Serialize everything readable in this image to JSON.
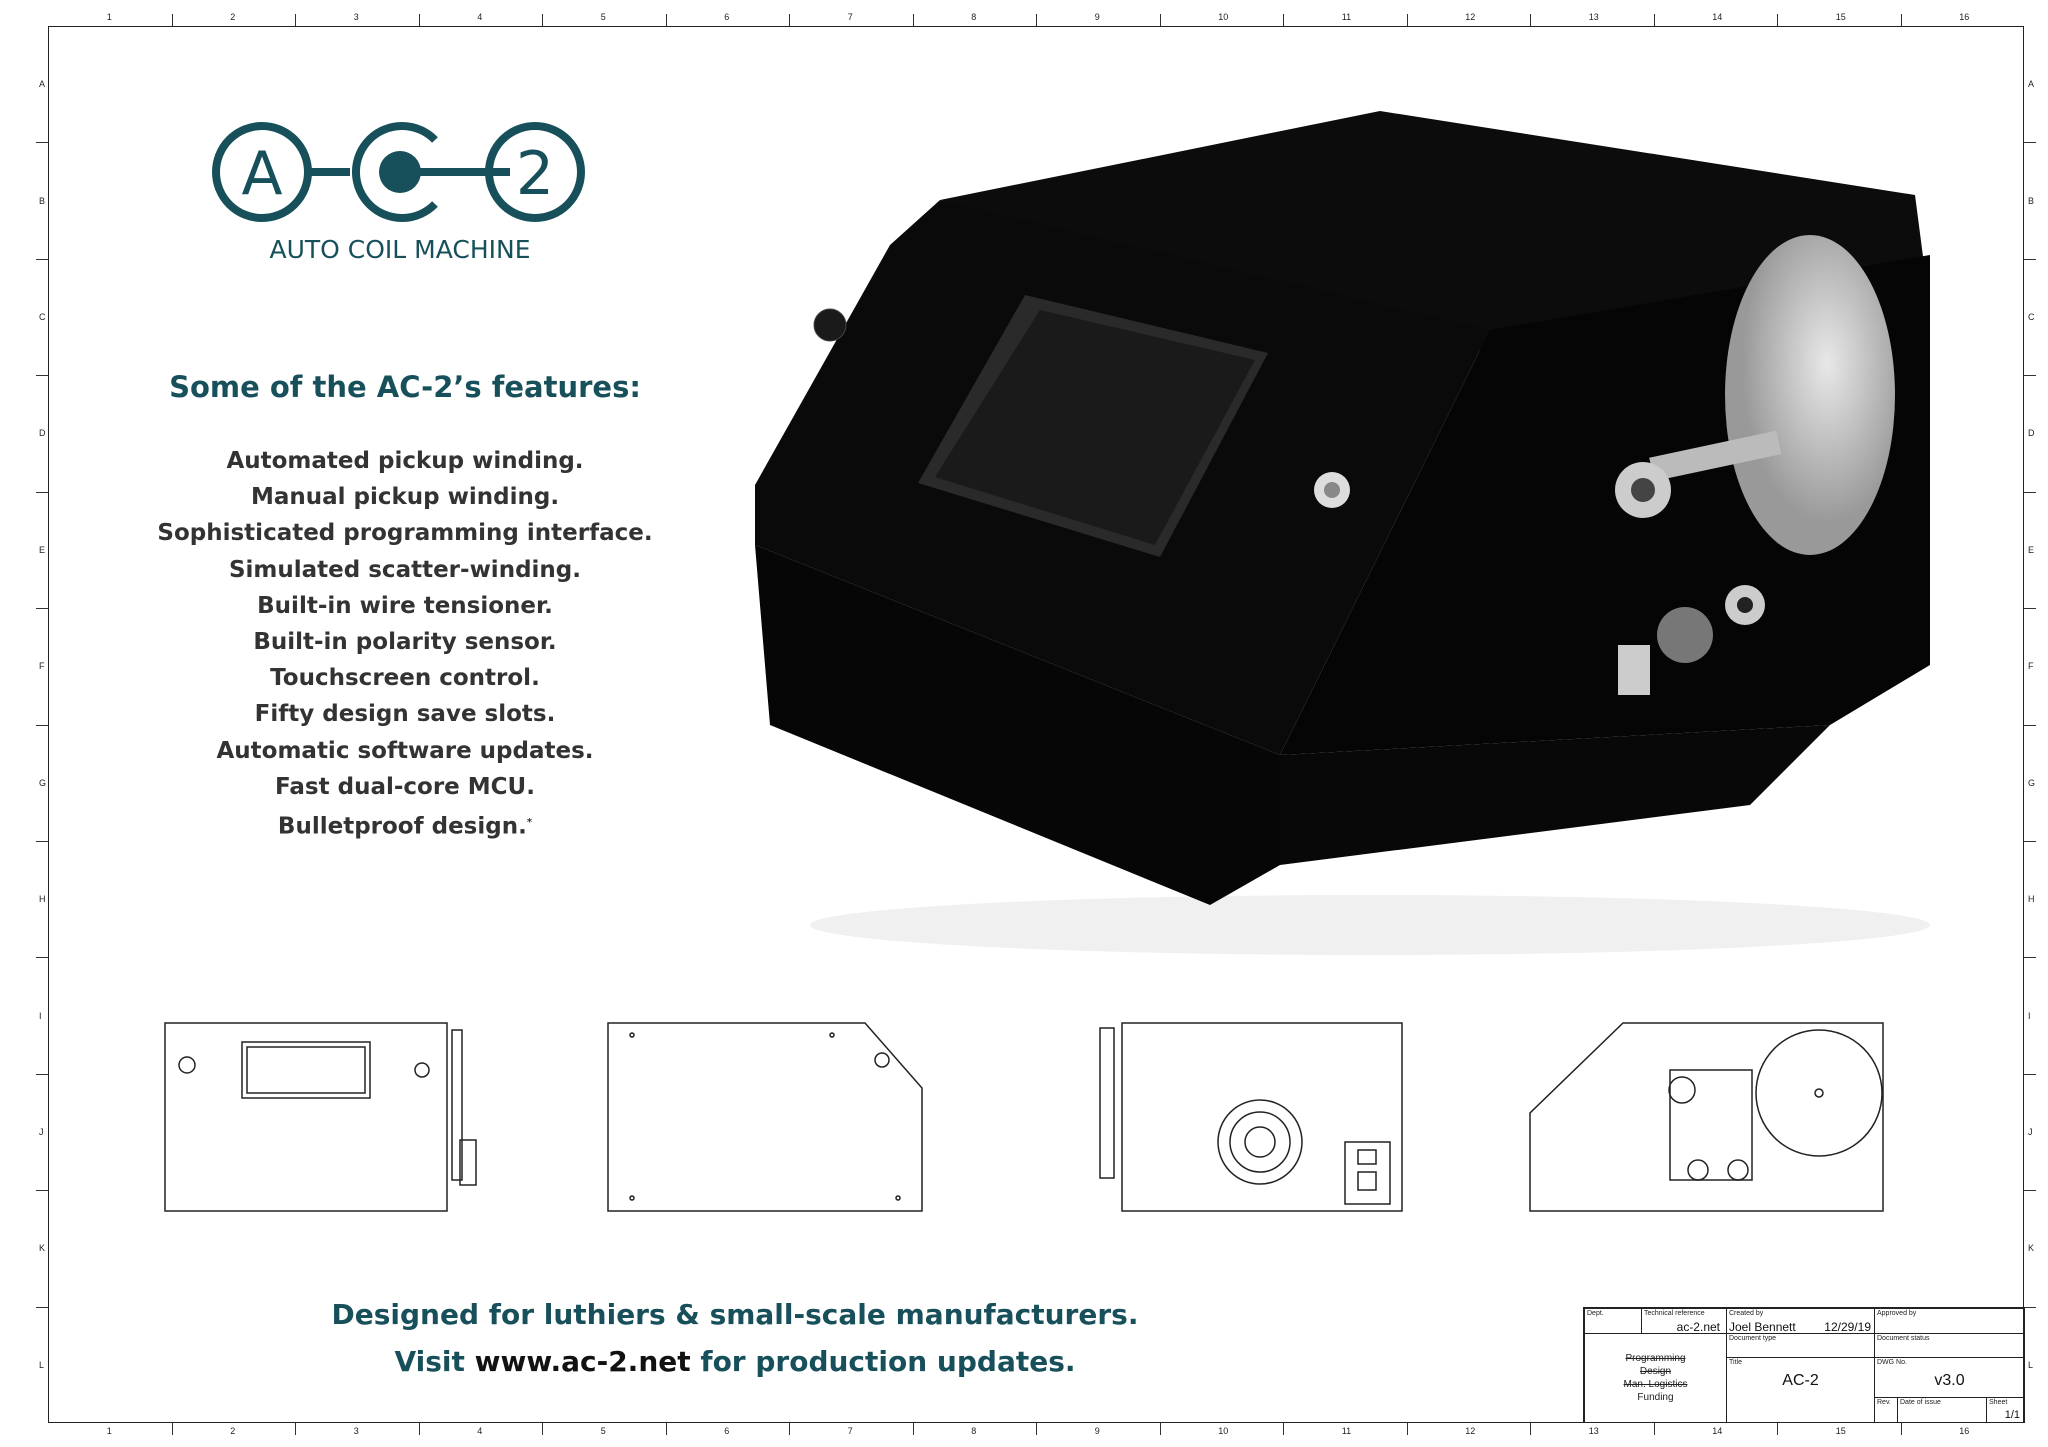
{
  "border": {
    "columns": [
      "1",
      "2",
      "3",
      "4",
      "5",
      "6",
      "7",
      "8",
      "9",
      "10",
      "11",
      "12",
      "13",
      "14",
      "15",
      "16"
    ],
    "rows": [
      "A",
      "B",
      "C",
      "D",
      "E",
      "F",
      "G",
      "H",
      "I",
      "J",
      "K",
      "L"
    ]
  },
  "logo": {
    "letters": [
      "A",
      "C",
      "2"
    ],
    "subtitle": "AUTO COIL MACHINE",
    "color": "#17505a"
  },
  "features": {
    "heading": "Some of the AC-2’s features:",
    "items": [
      "Automated pickup winding.",
      "Manual pickup winding.",
      "Sophisticated programming interface.",
      "Simulated scatter-winding.",
      "Built-in wire tensioner.",
      "Built-in polarity sensor.",
      "Touchscreen control.",
      "Fifty design save slots.",
      "Automatic software updates.",
      "Fast dual-core MCU.",
      "Bulletproof design."
    ],
    "footnote_mark": "*"
  },
  "bottom": {
    "line1": "Designed for luthiers & small-scale manufacturers.",
    "line2_pre": "Visit ",
    "line2_url": "www.ac-2.net",
    "line2_post": " for production updates."
  },
  "title_block": {
    "dept_label": "Dept.",
    "tech_ref_label": "Technical reference",
    "tech_ref": "ac-2.net",
    "created_by_label": "Created by",
    "created_by": "Joel Bennett",
    "date": "12/29/19",
    "approved_by_label": "Approved by",
    "doc_type_label": "Document type",
    "doc_status_label": "Document status",
    "title_label": "Title",
    "title": "AC-2",
    "dwg_label": "DWG No.",
    "dwg": "v3.0",
    "rev_label": "Rev.",
    "date_issue_label": "Date of issue",
    "sheet_label": "Sheet",
    "sheet": "1/1",
    "dept_items": [
      {
        "text": "Programming",
        "struck": true
      },
      {
        "text": "Design",
        "struck": true
      },
      {
        "text": "Man. Logistics",
        "struck": true
      },
      {
        "text": "Funding",
        "struck": false
      }
    ]
  }
}
